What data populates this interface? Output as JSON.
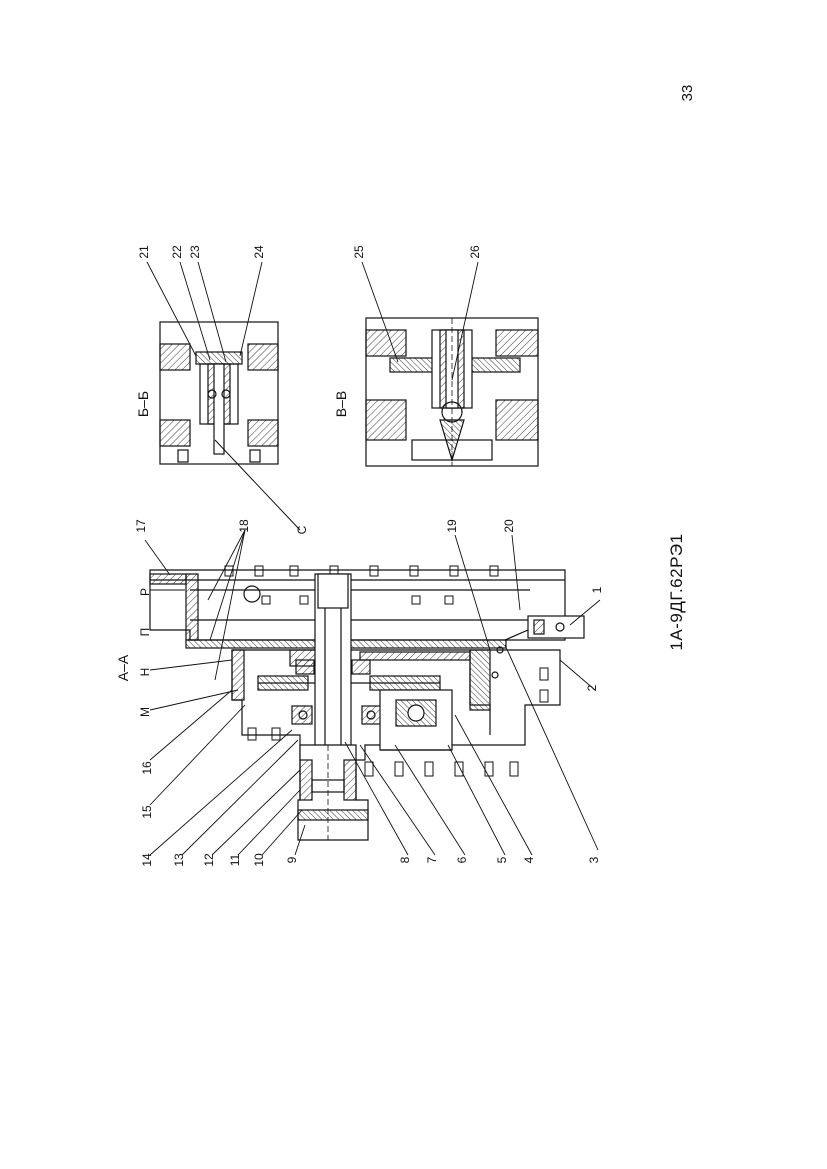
{
  "page_number": "33",
  "document_code": "1А-9ДГ.62РЭ1",
  "views": {
    "main_section": "А–А",
    "section_b": "Б–Б",
    "section_v": "В–В"
  },
  "zone_letters": [
    "Р",
    "П",
    "Н",
    "М",
    "С"
  ],
  "callouts_left": [
    "17",
    "18",
    "19",
    "20",
    "1",
    "2",
    "3",
    "4",
    "5",
    "6",
    "7",
    "8",
    "9",
    "10",
    "11",
    "12",
    "13",
    "14",
    "15",
    "16"
  ],
  "callouts_right": [
    "21",
    "22",
    "23",
    "24",
    "25",
    "26"
  ]
}
